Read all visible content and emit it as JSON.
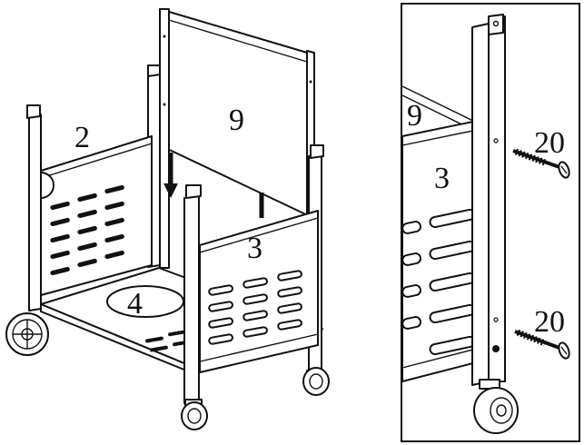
{
  "main_view": {
    "labels": {
      "side_panel": "2",
      "front_panel": "3",
      "bottom_shelf": "4",
      "back_panel": "9"
    }
  },
  "detail_view": {
    "labels": {
      "back_panel": "9",
      "front_panel": "3",
      "bolt_top": "20",
      "bolt_bottom": "20"
    }
  },
  "colors": {
    "line": "#111111",
    "background": "#ffffff"
  }
}
